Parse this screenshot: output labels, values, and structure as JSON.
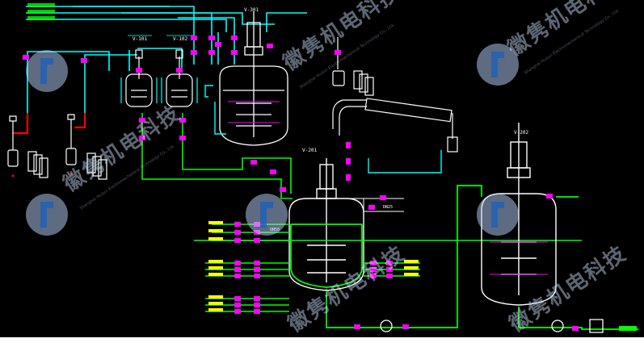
{
  "drawing": {
    "background_color": "#000000",
    "colors": {
      "pipe_utility": "#00ffff",
      "pipe_process": "#00ff00",
      "pipe_discharge": "#ff0000",
      "valve": "#ff00ff",
      "equipment": "#ffffff",
      "label": "#ffffff"
    },
    "labels": {
      "feed_tank_1": "V-101",
      "feed_tank_2": "V-102",
      "top_reactor": "V-301",
      "main_reactor": "V-201",
      "receiver": "V-202",
      "dn25": "DN25",
      "dn50": "DN50"
    }
  },
  "watermark": {
    "text": "徽隽机电科技",
    "subtext": "Shanghai Huijun Electromechanical Technology Co., Ltd.",
    "logo": "huijun-logo-icon"
  }
}
